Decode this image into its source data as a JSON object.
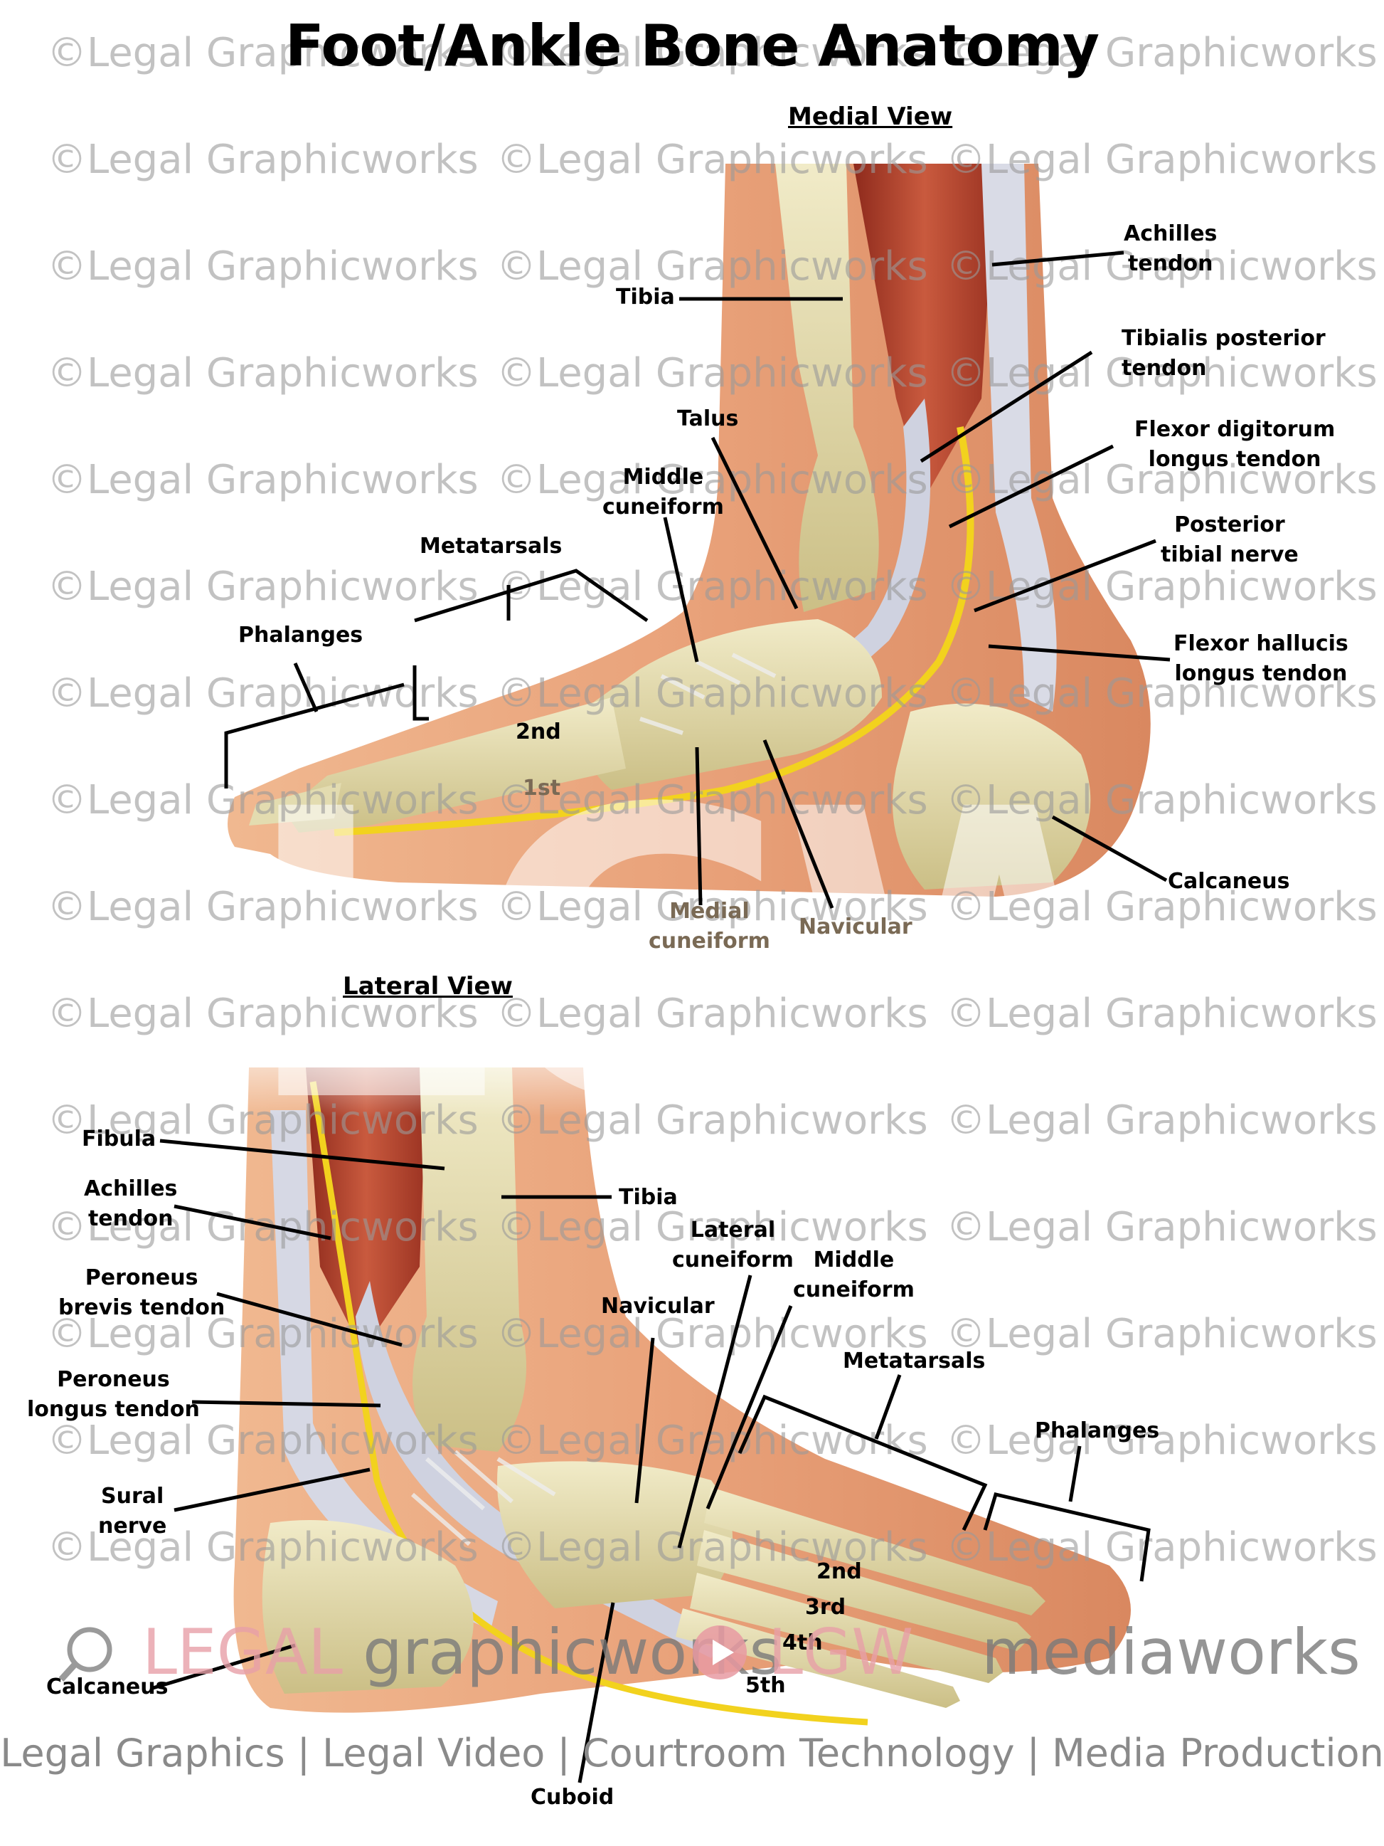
{
  "title": "Foot/Ankle Bone Anatomy",
  "watermark": "©Legal Graphicworks",
  "big_watermark": "LGW",
  "medial": {
    "view_title": "Medial View",
    "labels": {
      "achilles": "Achilles\ntendon",
      "tibia": "Tibia",
      "tibialis_posterior": "Tibialis posterior\ntendon",
      "talus": "Talus",
      "flexor_digitorum": "Flexor digitorum\nlongus tendon",
      "middle_cuneiform": "Middle\ncuneiform",
      "posterior_tibial_nerve": "Posterior\ntibial nerve",
      "metatarsals": "Metatarsals",
      "flexor_hallucis": "Flexor hallucis\nlongus tendon",
      "phalanges": "Phalanges",
      "second": "2nd",
      "first": "1st",
      "calcaneus": "Calcaneus",
      "medial_cuneiform": "Medial\ncuneiform",
      "navicular": "Navicular"
    }
  },
  "lateral": {
    "view_title": "Lateral View",
    "labels": {
      "fibula": "Fibula",
      "tibia": "Tibia",
      "achilles": "Achilles\ntendon",
      "lateral_cuneiform": "Lateral\ncuneiform",
      "middle_cuneiform": "Middle\ncuneiform",
      "peroneus_brevis": "Peroneus\nbrevis tendon",
      "navicular": "Navicular",
      "metatarsals": "Metatarsals",
      "peroneus_longus": "Peroneus\nlongus tendon",
      "phalanges": "Phalanges",
      "sural_nerve": "Sural\nnerve",
      "second": "2nd",
      "third": "3rd",
      "fourth": "4th",
      "fifth": "5th",
      "calcaneus": "Calcaneus",
      "cuboid": "Cuboid"
    }
  },
  "branding": {
    "legal": "LEGAL",
    "graphicworks": "graphicworks",
    "lgw": "LGW",
    "mediaworks": "mediaworks",
    "tagline": "Legal Graphics | Legal Video | Courtroom Technology | Media Production"
  },
  "colors": {
    "skin": "#e8a27c",
    "skin_dark": "#c9754f",
    "bone": "#e6dfb4",
    "bone_shade": "#cfc48f",
    "muscle": "#b5402c",
    "tendon": "#d9dbe6",
    "nerve": "#f2d21e"
  }
}
